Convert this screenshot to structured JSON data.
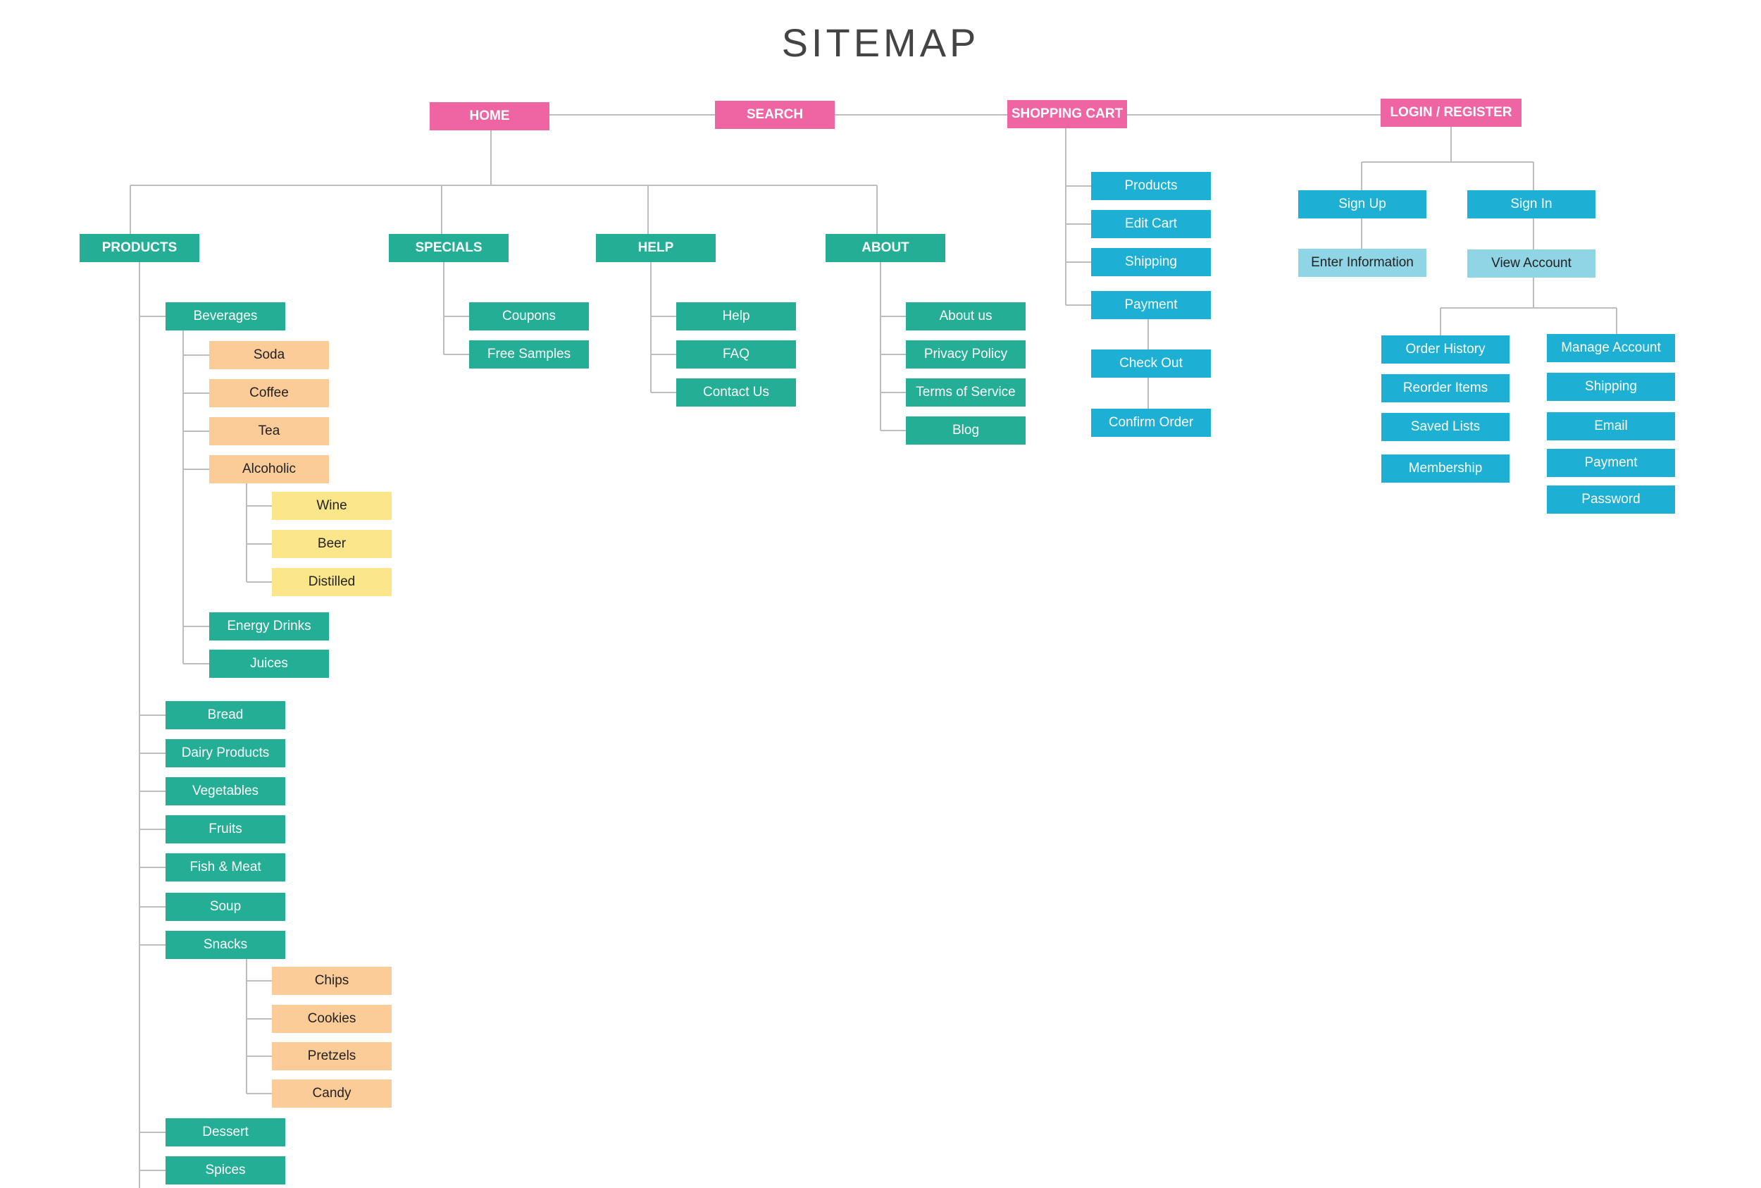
{
  "title": "SITEMAP",
  "colors": {
    "pink": "#ef64a3",
    "green": "#23ae95",
    "orange": "#fbcb98",
    "yellow": "#fce68a",
    "blue": "#1db0d4",
    "light_blue": "#8fd5e6",
    "line": "#bdbdbd"
  },
  "top_nav": {
    "home": "HOME",
    "search": "SEARCH",
    "shopping_cart": "SHOPPING CART",
    "login_register": "LOGIN / REGISTER"
  },
  "home_sections": {
    "products": "PRODUCTS",
    "specials": "SPECIALS",
    "help": "HELP",
    "about": "ABOUT"
  },
  "products": {
    "beverages": "Beverages",
    "beverage_items": {
      "soda": "Soda",
      "coffee": "Coffee",
      "tea": "Tea",
      "alcoholic": "Alcoholic",
      "energy_drinks": "Energy Drinks",
      "juices": "Juices"
    },
    "alcoholic_items": {
      "wine": "Wine",
      "beer": "Beer",
      "distilled": "Distilled"
    },
    "bread": "Bread",
    "dairy_products": "Dairy Products",
    "vegetables": "Vegetables",
    "fruits": "Fruits",
    "fish_meat": "Fish & Meat",
    "soup": "Soup",
    "snacks": "Snacks",
    "snack_items": {
      "chips": "Chips",
      "cookies": "Cookies",
      "pretzels": "Pretzels",
      "candy": "Candy"
    },
    "dessert": "Dessert",
    "spices": "Spices"
  },
  "specials": {
    "coupons": "Coupons",
    "free_samples": "Free Samples"
  },
  "help": {
    "help": "Help",
    "faq": "FAQ",
    "contact_us": "Contact Us"
  },
  "about": {
    "about_us": "About us",
    "privacy_policy": "Privacy Policy",
    "terms_of_service": "Terms of Service",
    "blog": "Blog"
  },
  "cart": {
    "products": "Products",
    "edit_cart": "Edit Cart",
    "shipping": "Shipping",
    "payment": "Payment",
    "check_out": "Check Out",
    "confirm_order": "Confirm Order"
  },
  "login": {
    "sign_up": "Sign Up",
    "enter_information": "Enter Information",
    "sign_in": "Sign In",
    "view_account": "View Account",
    "order_history": "Order History",
    "reorder_items": "Reorder Items",
    "saved_lists": "Saved Lists",
    "membership": "Membership",
    "manage_account": "Manage Account",
    "shipping": "Shipping",
    "email": "Email",
    "payment": "Payment",
    "password": "Password"
  }
}
